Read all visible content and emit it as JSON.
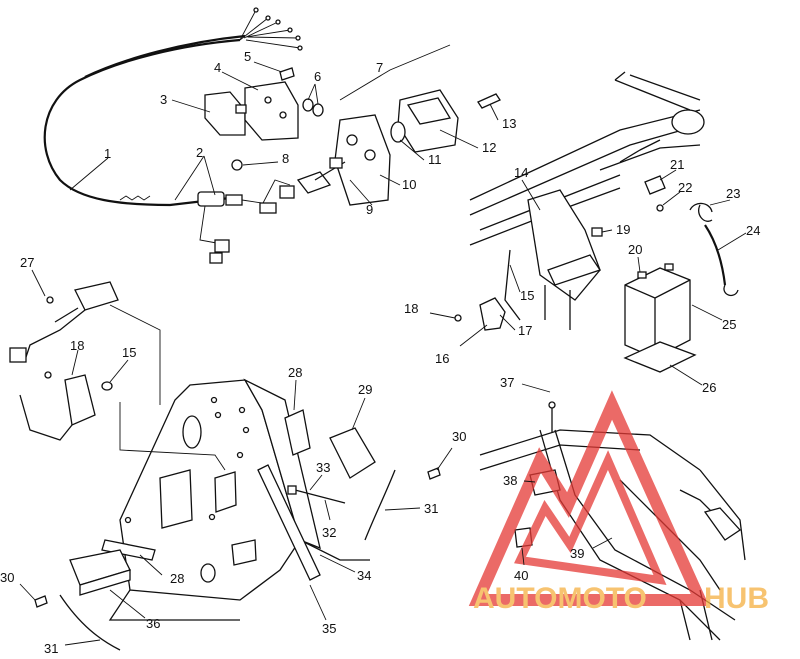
{
  "labels": {
    "l1": "1",
    "l2": "2",
    "l3": "3",
    "l4": "4",
    "l5": "5",
    "l6": "6",
    "l7": "7",
    "l8": "8",
    "l9": "9",
    "l10": "10",
    "l11": "11",
    "l12": "12",
    "l13": "13",
    "l14": "14",
    "l15a": "15",
    "l15b": "15",
    "l16": "16",
    "l17": "17",
    "l18a": "18",
    "l18b": "18",
    "l19": "19",
    "l20": "20",
    "l21": "21",
    "l22": "22",
    "l23": "23",
    "l24": "24",
    "l25": "25",
    "l26": "26",
    "l27": "27",
    "l28a": "28",
    "l28b": "28",
    "l29": "29",
    "l30a": "30",
    "l30b": "30",
    "l31a": "31",
    "l31b": "31",
    "l32": "32",
    "l33": "33",
    "l34": "34",
    "l35": "35",
    "l36": "36",
    "l37": "37",
    "l38": "38",
    "l39": "39",
    "l40": "40"
  },
  "watermark": {
    "text_a": "AUTOMOTO",
    "text_b": "HUB",
    "color_primary": "#e53935",
    "color_secondary": "#f5b041"
  }
}
